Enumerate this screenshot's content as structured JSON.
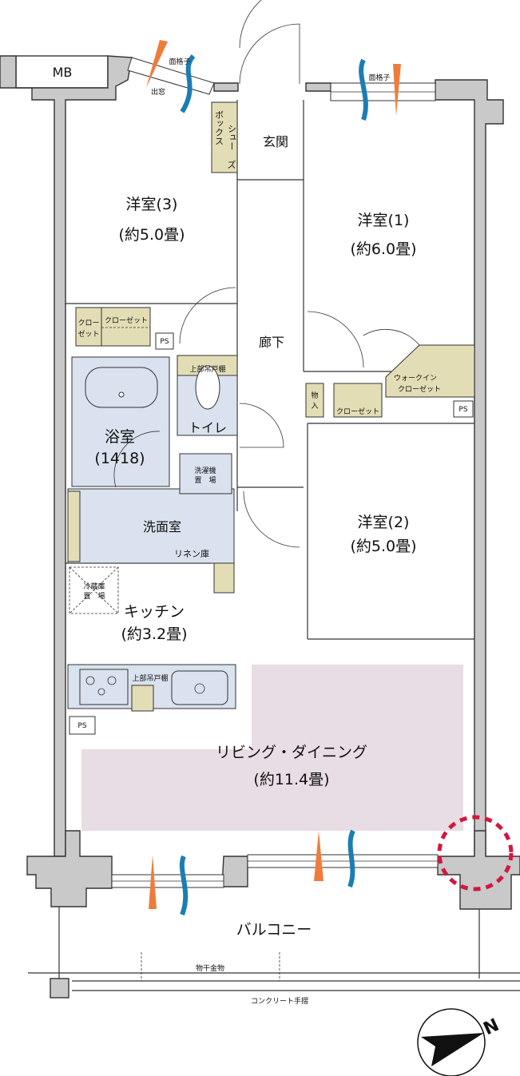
{
  "labels": {
    "mb": "MB",
    "lattice_1": "面格子",
    "lattice_2": "面格子",
    "bay_window": "出窓",
    "entrance": "玄関",
    "shoe_box_1": "シュー",
    "shoe_box_2": "ボックス",
    "shoe_box_3": "ズ",
    "room3_name": "洋室(3)",
    "room3_size": "(約5.0畳)",
    "room1_name": "洋室(1)",
    "room1_size": "(約6.0畳)",
    "room2_name": "洋室(2)",
    "room2_size": "(約5.0畳)",
    "closet_small_1": "クロー",
    "closet_small_2": "ゼット",
    "closet_room3": "クローゼット",
    "ps_1": "PS",
    "ps_2": "PS",
    "ps_3": "PS",
    "hallway": "廊下",
    "upper_cabinet_toilet": "上部吊戸棚",
    "toilet": "トイレ",
    "bath_name": "浴室",
    "bath_size": "(1418)",
    "laundry_1": "洗濯機",
    "laundry_2": "置　場",
    "washroom": "洗面室",
    "linen": "リネン庫",
    "fridge_1": "冷蔵庫",
    "fridge_2": "置　場",
    "kitchen_name": "キッチン",
    "kitchen_size": "(約3.2畳)",
    "upper_cabinet_kitchen": "上部吊戸棚",
    "storage_1": "物",
    "storage_2": "入",
    "closet_room2": "クローゼット",
    "wic_1": "ウォークイン",
    "wic_2": "クローゼット",
    "ld_name": "リビング・ダイニング",
    "ld_size": "(約11.4畳)",
    "balcony": "バルコニー",
    "drying_hardware": "物干金物",
    "railing": "コンクリート手摺",
    "north": "N"
  },
  "colors": {
    "wall": "#c9c9c9",
    "wet_area": "#d9e2ee",
    "storage": "#e3ddb6",
    "living": "#e8dde4",
    "wind_orange": "#ef7c3c",
    "wind_blue": "#1b7db3",
    "highlight": "#d2183f"
  }
}
